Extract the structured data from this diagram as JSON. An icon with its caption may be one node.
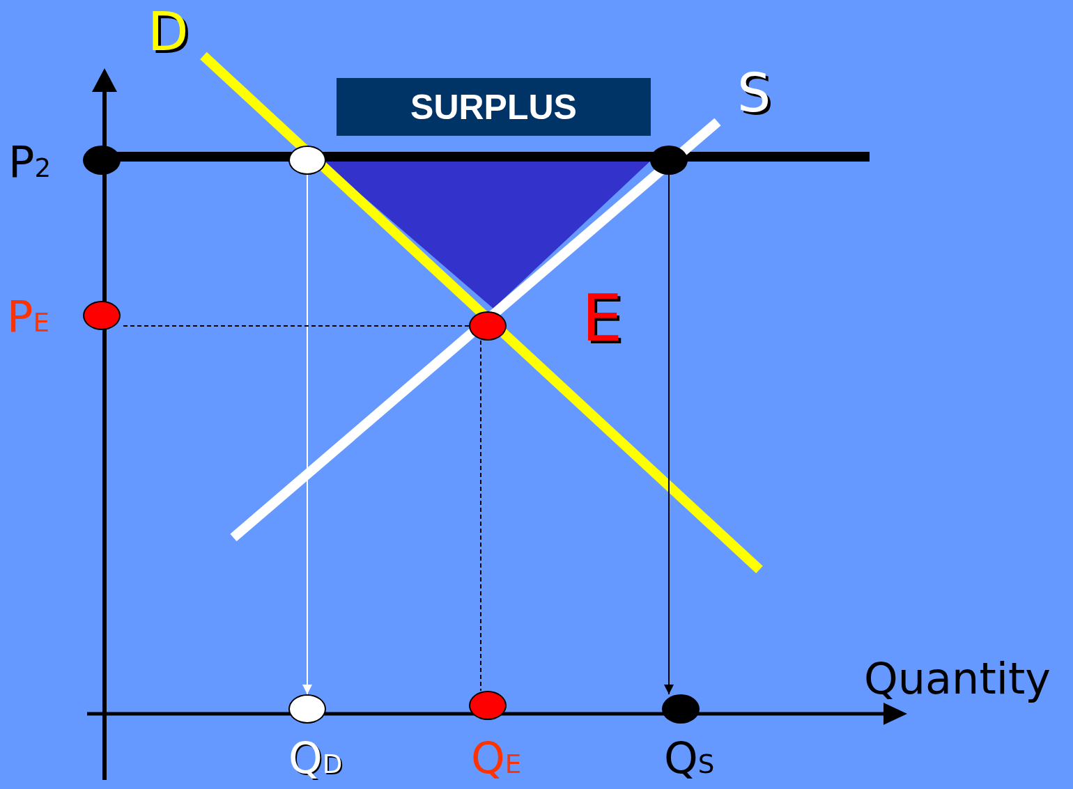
{
  "diagram": {
    "nodes": [
      {
        "text": [
          "SURPLUS"
        ]
      },
      {
        "text": [],
        "shape": "circle",
        "beside": [
          "P$_{2}$"
        ]
      },
      {
        "text": [],
        "shape": "circle"
      },
      {
        "text": [],
        "shape": "circle"
      },
      {
        "text": [],
        "shape": "circle",
        "beside": [
          "P$_{E}$"
        ]
      },
      {
        "text": [],
        "shape": "circle",
        "beside": [
          "E"
        ]
      },
      {
        "text": [],
        "shape": "circle",
        "beside": [
          "Q$_{D}$"
        ]
      },
      {
        "text": [],
        "shape": "circle",
        "beside": [
          "Q$_{E}$"
        ]
      },
      {
        "text": [],
        "shape": "circle",
        "beside": [
          "Q$_{S}$"
        ]
      }
    ],
    "edges": [
      {
        "from": 2,
        "to": 6,
        "arrow": "to",
        "color": "#ffffff"
      },
      {
        "from": 3,
        "to": 8,
        "arrow": "to"
      },
      {
        "from": 5,
        "to": 4,
        "arrow": "none",
        "style": "dashed"
      },
      {
        "from": 5,
        "to": 7,
        "arrow": "none",
        "style": "dashed"
      }
    ],
    "labels": [
      "D",
      "S",
      "Quantity"
    ]
  }
}
